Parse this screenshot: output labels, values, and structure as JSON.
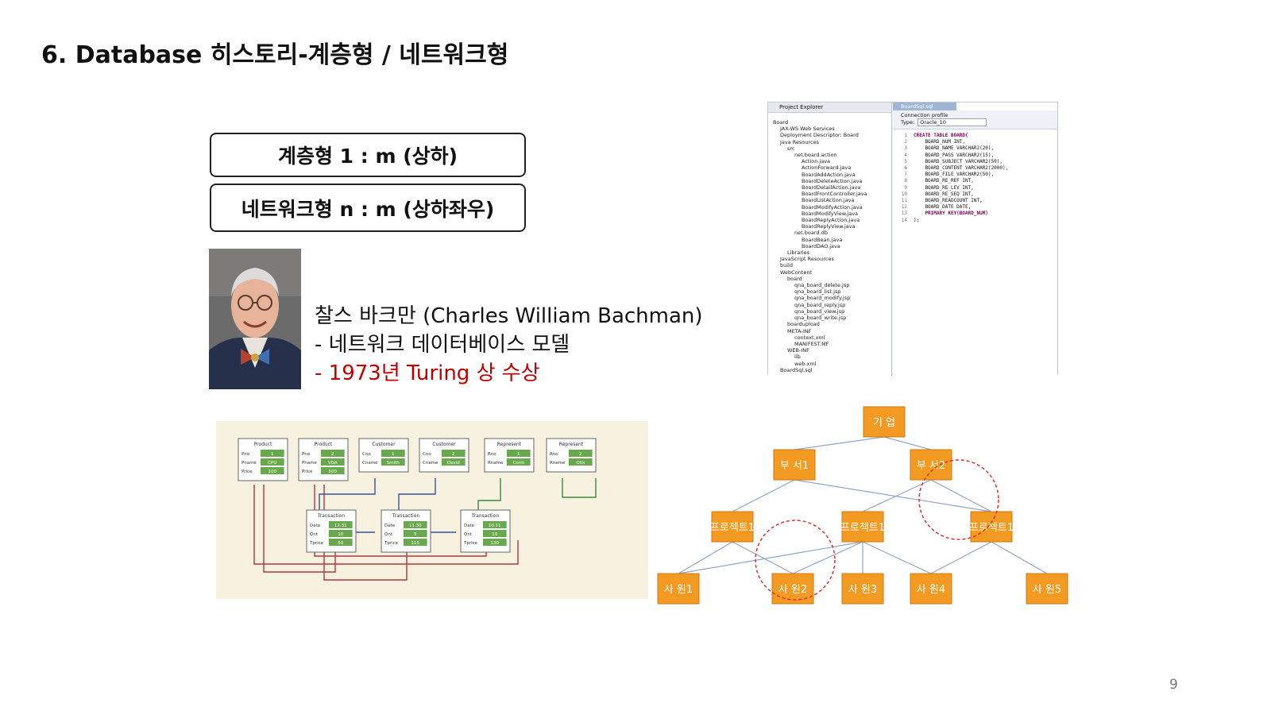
{
  "slide": {
    "title": "6. Database 히스토리-계층형 / 네트워크형",
    "page_number": "9"
  },
  "models": {
    "hierarchical": "계층형 1 : m (상하)",
    "network": "네트워크형 n : m (상하좌우)"
  },
  "person": {
    "name_line": "찰스 바크만 (Charles William Bachman)",
    "model_line": "- 네트워크 데이터베이스 모델",
    "award_line": "- 1973년 Turing 상 수상",
    "award_color": "#c00000"
  },
  "ide_screenshot": {
    "explorer_title": "Project Explorer",
    "tree": [
      "Board",
      "JAX-WS Web Services",
      "Deployment Descriptor: Board",
      "Java Resources",
      "src",
      "net.board.action",
      "Action.java",
      "ActionForward.java",
      "BoardAddAction.java",
      "BoardDeleteAction.java",
      "BoardDetailAction.java",
      "BoardFrontController.java",
      "BoardListAction.java",
      "BoardModifyAction.java",
      "BoardModifyView.java",
      "BoardReplyAction.java",
      "BoardReplyView.java",
      "net.board.db",
      "BoardBean.java",
      "BoardDAO.java",
      "Libraries",
      "JavaScript Resources",
      "build",
      "WebContent",
      "board",
      "qna_board_delete.jsp",
      "qna_board_list.jsp",
      "qna_board_modify.jsp",
      "qna_board_reply.jsp",
      "qna_board_view.jsp",
      "qna_board_write.jsp",
      "boardupload",
      "META-INF",
      "context.xml",
      "MANIFEST.MF",
      "WEB-INF",
      "lib",
      "web.xml",
      "BoardSql.sql"
    ],
    "editor_tab": "BoardSql.sql",
    "connection_profile_label": "Connection profile",
    "type_label": "Type:",
    "type_value": "Oracle_10",
    "code_lines": [
      "CREATE TABLE BOARD(",
      "    BOARD_NUM INT,",
      "    BOARD_NAME VARCHAR2(20),",
      "    BOARD_PASS VARCHAR2(15),",
      "    BOARD_SUBJECT VARCHAR2(50),",
      "    BOARD_CONTENT VARCHAR2(2000),",
      "    BOARD_FILE VARCHAR2(50),",
      "    BOARD_RE_REF INT,",
      "    BOARD_RE_LEV INT,",
      "    BOARD_RE_SEQ INT,",
      "    BOARD_READCOUNT INT,",
      "    BOARD_DATE DATE,",
      "    PRIMARY KEY(BOARD_NUM)",
      ");"
    ]
  },
  "network_diagram": {
    "records_top": [
      {
        "type": "Product",
        "fields": [
          [
            "Pno",
            "1"
          ],
          [
            "Pname",
            "CPU"
          ],
          [
            "Price",
            "100"
          ]
        ]
      },
      {
        "type": "Product",
        "fields": [
          [
            "Pno",
            "2"
          ],
          [
            "Pname",
            "VGA"
          ],
          [
            "Price",
            "500"
          ]
        ]
      },
      {
        "type": "Customer",
        "fields": [
          [
            "Cno",
            "1"
          ],
          [
            "Cname",
            "Smith"
          ]
        ]
      },
      {
        "type": "Customer",
        "fields": [
          [
            "Cno",
            "2"
          ],
          [
            "Cname",
            "David"
          ]
        ]
      },
      {
        "type": "Represent",
        "fields": [
          [
            "Rno",
            "1"
          ],
          [
            "Rname",
            "Conti"
          ]
        ]
      },
      {
        "type": "Represent",
        "fields": [
          [
            "Rno",
            "2"
          ],
          [
            "Rname",
            "Otis"
          ]
        ]
      }
    ],
    "records_bottom": [
      {
        "type": "Transaction",
        "fields": [
          [
            "Date",
            "12.31"
          ],
          [
            "Qnt",
            "10"
          ],
          [
            "Tprice",
            "50"
          ]
        ]
      },
      {
        "type": "Transaction",
        "fields": [
          [
            "Date",
            "11.30"
          ],
          [
            "Qnt",
            "5"
          ],
          [
            "Tprice",
            "115"
          ]
        ]
      },
      {
        "type": "Transaction",
        "fields": [
          [
            "Date",
            "10.11"
          ],
          [
            "Qnt",
            "10"
          ],
          [
            "Tprice",
            "130"
          ]
        ]
      }
    ]
  },
  "org_tree": {
    "root": "기 업",
    "departments": [
      "부 서1",
      "부 서2"
    ],
    "projects": [
      "프로젝트1",
      "프로젝트1",
      "프로젝트1"
    ],
    "employees": [
      "사 원1",
      "사 원2",
      "사 원3",
      "사 원4",
      "사 원5"
    ],
    "node_color": "#f39a22",
    "line_color": "#8fa6c6",
    "highlight_color": "#e03030"
  }
}
